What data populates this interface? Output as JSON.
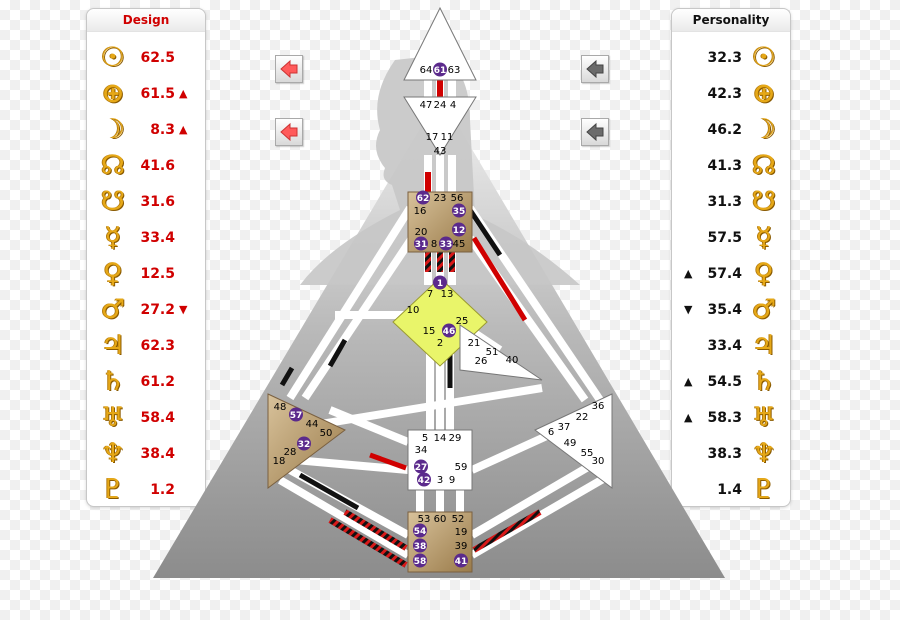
{
  "design": {
    "title": "Design",
    "rows": [
      {
        "planet": "sun",
        "glyph": "☉",
        "value": "62.5",
        "mark": ""
      },
      {
        "planet": "earth",
        "glyph": "⊕",
        "value": "61.5",
        "mark": "▲"
      },
      {
        "planet": "moon",
        "glyph": "☽",
        "value": "8.3",
        "mark": "▲"
      },
      {
        "planet": "north-node",
        "glyph": "☊",
        "value": "41.6",
        "mark": ""
      },
      {
        "planet": "south-node",
        "glyph": "☋",
        "value": "31.6",
        "mark": ""
      },
      {
        "planet": "mercury",
        "glyph": "☿",
        "value": "33.4",
        "mark": ""
      },
      {
        "planet": "venus",
        "glyph": "♀",
        "value": "12.5",
        "mark": ""
      },
      {
        "planet": "mars",
        "glyph": "♂",
        "value": "27.2",
        "mark": "▼"
      },
      {
        "planet": "jupiter",
        "glyph": "♃",
        "value": "62.3",
        "mark": ""
      },
      {
        "planet": "saturn",
        "glyph": "♄",
        "value": "61.2",
        "mark": ""
      },
      {
        "planet": "uranus",
        "glyph": "♅",
        "value": "58.4",
        "mark": ""
      },
      {
        "planet": "neptune",
        "glyph": "♆",
        "value": "38.4",
        "mark": ""
      },
      {
        "planet": "pluto",
        "glyph": "♇",
        "value": "1.2",
        "mark": ""
      }
    ]
  },
  "personality": {
    "title": "Personality",
    "rows": [
      {
        "planet": "sun",
        "glyph": "☉",
        "value": "32.3",
        "mark": ""
      },
      {
        "planet": "earth",
        "glyph": "⊕",
        "value": "42.3",
        "mark": ""
      },
      {
        "planet": "moon",
        "glyph": "☽",
        "value": "46.2",
        "mark": ""
      },
      {
        "planet": "north-node",
        "glyph": "☊",
        "value": "41.3",
        "mark": ""
      },
      {
        "planet": "south-node",
        "glyph": "☋",
        "value": "31.3",
        "mark": ""
      },
      {
        "planet": "mercury",
        "glyph": "☿",
        "value": "57.5",
        "mark": ""
      },
      {
        "planet": "venus",
        "glyph": "♀",
        "value": "57.4",
        "mark": "▲"
      },
      {
        "planet": "mars",
        "glyph": "♂",
        "value": "35.4",
        "mark": "▼"
      },
      {
        "planet": "jupiter",
        "glyph": "♃",
        "value": "33.4",
        "mark": ""
      },
      {
        "planet": "saturn",
        "glyph": "♄",
        "value": "54.5",
        "mark": "▲"
      },
      {
        "planet": "uranus",
        "glyph": "♅",
        "value": "58.3",
        "mark": "▲"
      },
      {
        "planet": "neptune",
        "glyph": "♆",
        "value": "38.3",
        "mark": ""
      },
      {
        "planet": "pluto",
        "glyph": "♇",
        "value": "1.4",
        "mark": ""
      }
    ]
  },
  "colors": {
    "design_red": "#d00000",
    "personality_black": "#111111",
    "planet_gold": "#e6a817",
    "center_tan": "#b99a6a",
    "g_center_yellow": "#e9f56a",
    "gate_circle": "#5b2a8c",
    "channel_white": "#ffffff",
    "body_gray": "#a9a9a9"
  },
  "nav_buttons": [
    {
      "name": "design-prev-button",
      "icon": "left-arrow-icon",
      "color": "#ff5a5a"
    },
    {
      "name": "design-next-button",
      "icon": "left-arrow-icon",
      "color": "#ff5a5a"
    },
    {
      "name": "personality-prev-button",
      "icon": "left-arrow-icon",
      "color": "#6b6b6b"
    },
    {
      "name": "personality-next-button",
      "icon": "left-arrow-icon",
      "color": "#6b6b6b"
    }
  ],
  "bodygraph": {
    "head_gates": [
      "64",
      "61",
      "63"
    ],
    "ajna_gates": [
      "47",
      "24",
      "4",
      "17",
      "11",
      "43"
    ],
    "throat_gates": [
      "62",
      "23",
      "56",
      "16",
      "35",
      "20",
      "12",
      "31",
      "8",
      "33",
      "45"
    ],
    "g_gates": [
      "1",
      "7",
      "13",
      "10",
      "25",
      "15",
      "46",
      "2"
    ],
    "heart_gates": [
      "21",
      "51",
      "26",
      "40"
    ],
    "spleen_gates": [
      "48",
      "57",
      "44",
      "50",
      "32",
      "28",
      "18"
    ],
    "sacral_gates": [
      "5",
      "14",
      "29",
      "34",
      "27",
      "59",
      "42",
      "3",
      "9"
    ],
    "solar_plexus_gates": [
      "36",
      "22",
      "6",
      "37",
      "49",
      "55",
      "30"
    ],
    "root_gates": [
      "53",
      "60",
      "52",
      "54",
      "19",
      "38",
      "39",
      "58",
      "41"
    ],
    "activated_gates": [
      "61",
      "62",
      "35",
      "12",
      "31",
      "33",
      "1",
      "46",
      "57",
      "32",
      "27",
      "42",
      "54",
      "38",
      "58",
      "41"
    ]
  }
}
